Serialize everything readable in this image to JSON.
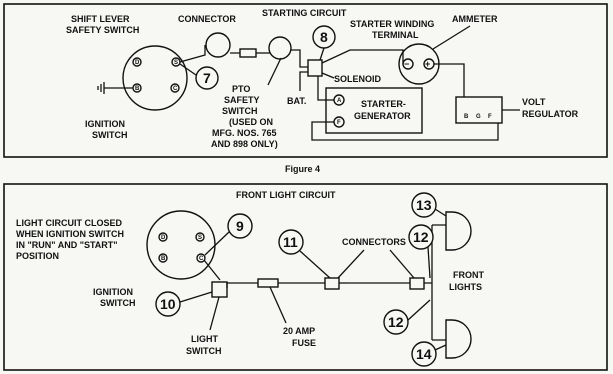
{
  "top": {
    "title": "STARTING CIRCUIT",
    "shift_lever_1": "SHIFT LEVER",
    "shift_lever_2": "SAFETY SWITCH",
    "connector": "CONNECTOR",
    "starter_winding_1": "STARTER WINDING",
    "starter_winding_2": "TERMINAL",
    "ammeter": "AMMETER",
    "pto_1": "PTO",
    "pto_2": "SAFETY",
    "pto_3": "SWITCH",
    "pto_4": "(USED ON",
    "pto_5": "MFG. NOS. 765",
    "pto_6": "AND 898 ONLY)",
    "ignition_1": "IGNITION",
    "ignition_2": "SWITCH",
    "bat": "BAT.",
    "solenoid": "SOLENOID",
    "starter_gen_1": "STARTER-",
    "starter_gen_2": "GENERATOR",
    "volt_reg_1": "VOLT",
    "volt_reg_2": "REGULATOR",
    "callout_7": "7",
    "callout_8": "8",
    "terminal_s": "S",
    "terminal_b": "B",
    "terminal_c": "C",
    "terminal_d": "D",
    "terminal_a": "A",
    "terminal_f": "F",
    "reg_b": "B",
    "reg_g": "G",
    "reg_f": "F",
    "minus": "−",
    "plus": "+"
  },
  "figure_caption": "Figure 4",
  "bottom": {
    "title": "FRONT LIGHT CIRCUIT",
    "light_circuit_1": "LIGHT CIRCUIT CLOSED",
    "light_circuit_2": "WHEN IGNITION SWITCH",
    "light_circuit_3": "IN \"RUN\" AND \"START\"",
    "light_circuit_4": "POSITION",
    "connectors": "CONNECTORS",
    "ignition_1": "IGNITION",
    "ignition_2": "SWITCH",
    "light_switch_1": "LIGHT",
    "light_switch_2": "SWITCH",
    "fuse_1": "20 AMP",
    "fuse_2": "FUSE",
    "front_lights_1": "FRONT",
    "front_lights_2": "LIGHTS",
    "callout_9": "9",
    "callout_10": "10",
    "callout_11": "11",
    "callout_12a": "12",
    "callout_12b": "12",
    "callout_13": "13",
    "callout_14": "14",
    "terminal_d": "D",
    "terminal_s": "S",
    "terminal_b": "B",
    "terminal_c": "C"
  }
}
